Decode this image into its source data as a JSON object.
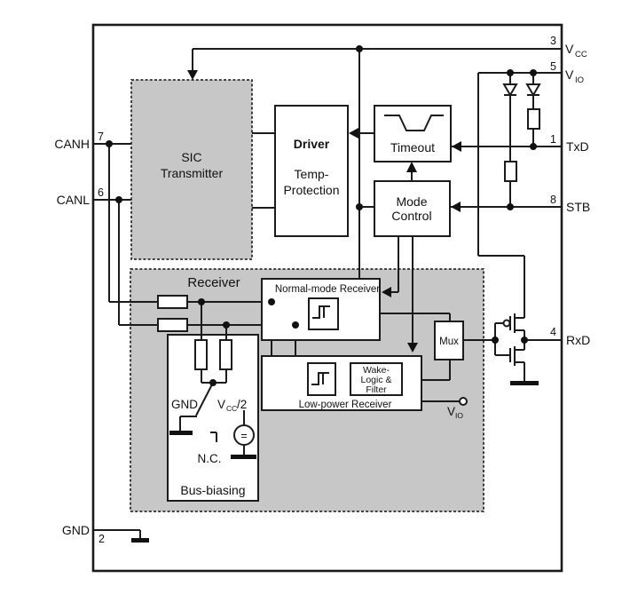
{
  "title": "CAN SIC transceiver block diagram",
  "colors": {
    "region_fill": "#c7c7c7",
    "line": "#1b1b1b",
    "background": "#ffffff"
  },
  "pins": {
    "vcc": {
      "number": "3",
      "main": "V",
      "sub": "CC"
    },
    "vio": {
      "number": "5",
      "main": "V",
      "sub": "IO"
    },
    "txd": {
      "number": "1",
      "label": "TxD"
    },
    "stb": {
      "number": "8",
      "label": "STB"
    },
    "rxd": {
      "number": "4",
      "label": "RxD"
    },
    "canh": {
      "number": "7",
      "label": "CANH"
    },
    "canl": {
      "number": "6",
      "label": "CANL"
    },
    "gnd": {
      "number": "2",
      "label": "GND"
    }
  },
  "blocks": {
    "sic": {
      "line1": "SIC",
      "line2": "Transmitter"
    },
    "driver": {
      "title": "Driver",
      "sub1": "Temp-",
      "sub2": "Protection"
    },
    "timeout": {
      "label": "Timeout"
    },
    "mode_control": {
      "line1": "Mode",
      "line2": "Control"
    },
    "receiver": {
      "label": "Receiver"
    },
    "normal_mode": {
      "label": "Normal-mode Receiver"
    },
    "low_power": {
      "label": "Low-power Receiver"
    },
    "wake": {
      "line1": "Wake-",
      "line2": "Logic &",
      "line3": "Filter"
    },
    "mux": {
      "label": "Mux"
    },
    "bus_biasing": {
      "label": "Bus-biasing",
      "gnd": "GND",
      "nc": "N.C.",
      "vcc_half_main": "V",
      "vcc_half_sub": "CC",
      "vcc_half_suffix": "/2",
      "source_symbol": "="
    },
    "vio_term": {
      "main": "V",
      "sub": "IO"
    }
  }
}
